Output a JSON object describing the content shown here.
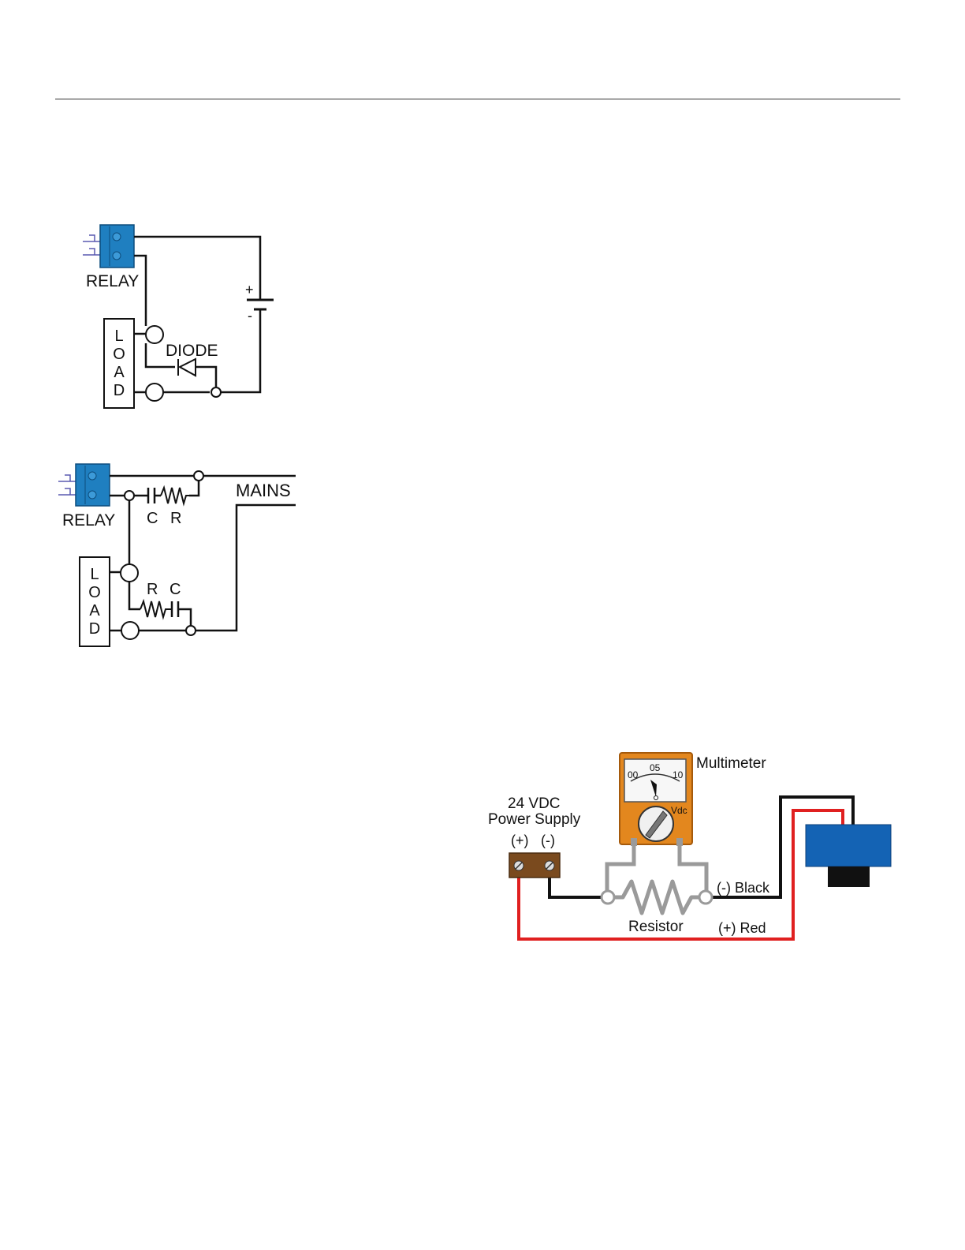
{
  "diagram1": {
    "relay_label": "RELAY",
    "load_letters": [
      "L",
      "O",
      "A",
      "D"
    ],
    "diode_label": "DIODE",
    "plus_label": "+",
    "minus_label": "-"
  },
  "diagram2": {
    "relay_label": "RELAY",
    "load_letters": [
      "L",
      "O",
      "A",
      "D"
    ],
    "mains_label": "MAINS",
    "top_c_label": "C",
    "top_r_label": "R",
    "bottom_r_label": "R",
    "bottom_c_label": "C"
  },
  "diagram3": {
    "multimeter_label": "Multimeter",
    "supply_line1": "24 VDC",
    "supply_line2": "Power Supply",
    "plus_terminal": "(+)",
    "minus_terminal": "(-)",
    "resistor_label": "Resistor",
    "black_wire_label": "(-) Black",
    "red_wire_label": "(+) Red",
    "dial_scale": [
      "00",
      "05",
      "10"
    ],
    "dial_unit": "Vdc"
  },
  "colors": {
    "relay_blue": "#1f7fc0",
    "meter_orange": "#e3871e",
    "wire_red": "#e02020",
    "wire_black": "#111111",
    "supply_brown": "#7a4a1e",
    "device_blue": "#1463b4"
  }
}
